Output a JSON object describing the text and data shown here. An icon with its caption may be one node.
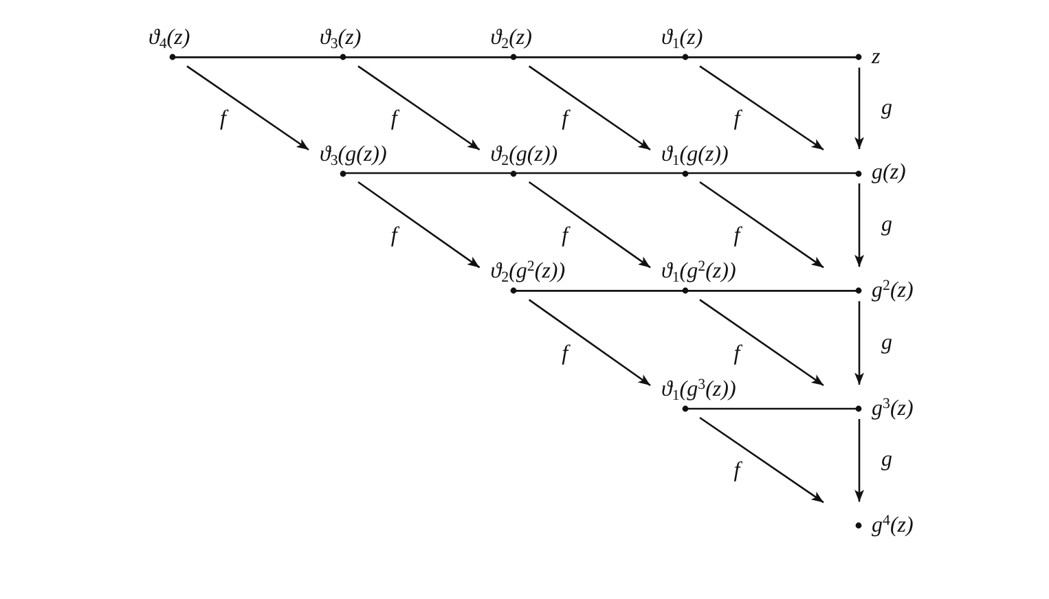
{
  "diagram": {
    "nodes": [
      {
        "text": [
          "ϑ$_{4}$(z)"
        ]
      },
      {
        "text": [
          "ϑ$_{3}$(z)"
        ]
      },
      {
        "text": [
          "ϑ$_{2}$(z)"
        ]
      },
      {
        "text": [
          "ϑ$_{1}$(z)"
        ]
      },
      {
        "text": [
          "z"
        ]
      },
      {
        "text": [
          "ϑ$_{3}$(g(z))"
        ]
      },
      {
        "text": [
          "ϑ$_{2}$(g(z))"
        ]
      },
      {
        "text": [
          "ϑ$_{1}$(g(z))"
        ]
      },
      {
        "text": [
          "g(z)"
        ]
      },
      {
        "text": [
          "ϑ$_{2}$(g$^{2}$(z))"
        ]
      },
      {
        "text": [
          "ϑ$_{1}$(g$^{2}$(z))"
        ]
      },
      {
        "text": [
          "g$^{2}$(z)"
        ]
      },
      {
        "text": [
          "ϑ$_{1}$(g$^{3}$(z))"
        ]
      },
      {
        "text": [
          "g$^{3}$(z)"
        ]
      },
      {
        "text": [
          "g$^{4}$(z)"
        ]
      }
    ],
    "edges": [
      {
        "from": 0,
        "to": 1,
        "arrow": "none"
      },
      {
        "from": 1,
        "to": 2,
        "arrow": "none"
      },
      {
        "from": 2,
        "to": 3,
        "arrow": "none"
      },
      {
        "from": 3,
        "to": 4,
        "arrow": "none"
      },
      {
        "from": 0,
        "to": 5,
        "arrow": "to",
        "label": "f"
      },
      {
        "from": 1,
        "to": 6,
        "arrow": "to",
        "label": "f"
      },
      {
        "from": 2,
        "to": 7,
        "arrow": "to",
        "label": "f"
      },
      {
        "from": 3,
        "to": 8,
        "arrow": "to",
        "label": "f"
      },
      {
        "from": 4,
        "to": 8,
        "arrow": "to",
        "label": "g"
      },
      {
        "from": 5,
        "to": 6,
        "arrow": "none"
      },
      {
        "from": 6,
        "to": 7,
        "arrow": "none"
      },
      {
        "from": 7,
        "to": 8,
        "arrow": "none"
      },
      {
        "from": 5,
        "to": 9,
        "arrow": "to",
        "label": "f"
      },
      {
        "from": 6,
        "to": 10,
        "arrow": "to",
        "label": "f"
      },
      {
        "from": 7,
        "to": 11,
        "arrow": "to",
        "label": "f"
      },
      {
        "from": 8,
        "to": 11,
        "arrow": "to",
        "label": "g"
      },
      {
        "from": 9,
        "to": 10,
        "arrow": "none"
      },
      {
        "from": 10,
        "to": 11,
        "arrow": "none"
      },
      {
        "from": 9,
        "to": 12,
        "arrow": "to",
        "label": "f"
      },
      {
        "from": 10,
        "to": 13,
        "arrow": "to",
        "label": "f"
      },
      {
        "from": 11,
        "to": 13,
        "arrow": "to",
        "label": "g"
      },
      {
        "from": 12,
        "to": 13,
        "arrow": "none"
      },
      {
        "from": 12,
        "to": 14,
        "arrow": "to",
        "label": "f"
      },
      {
        "from": 13,
        "to": 14,
        "arrow": "to",
        "label": "g"
      }
    ]
  }
}
